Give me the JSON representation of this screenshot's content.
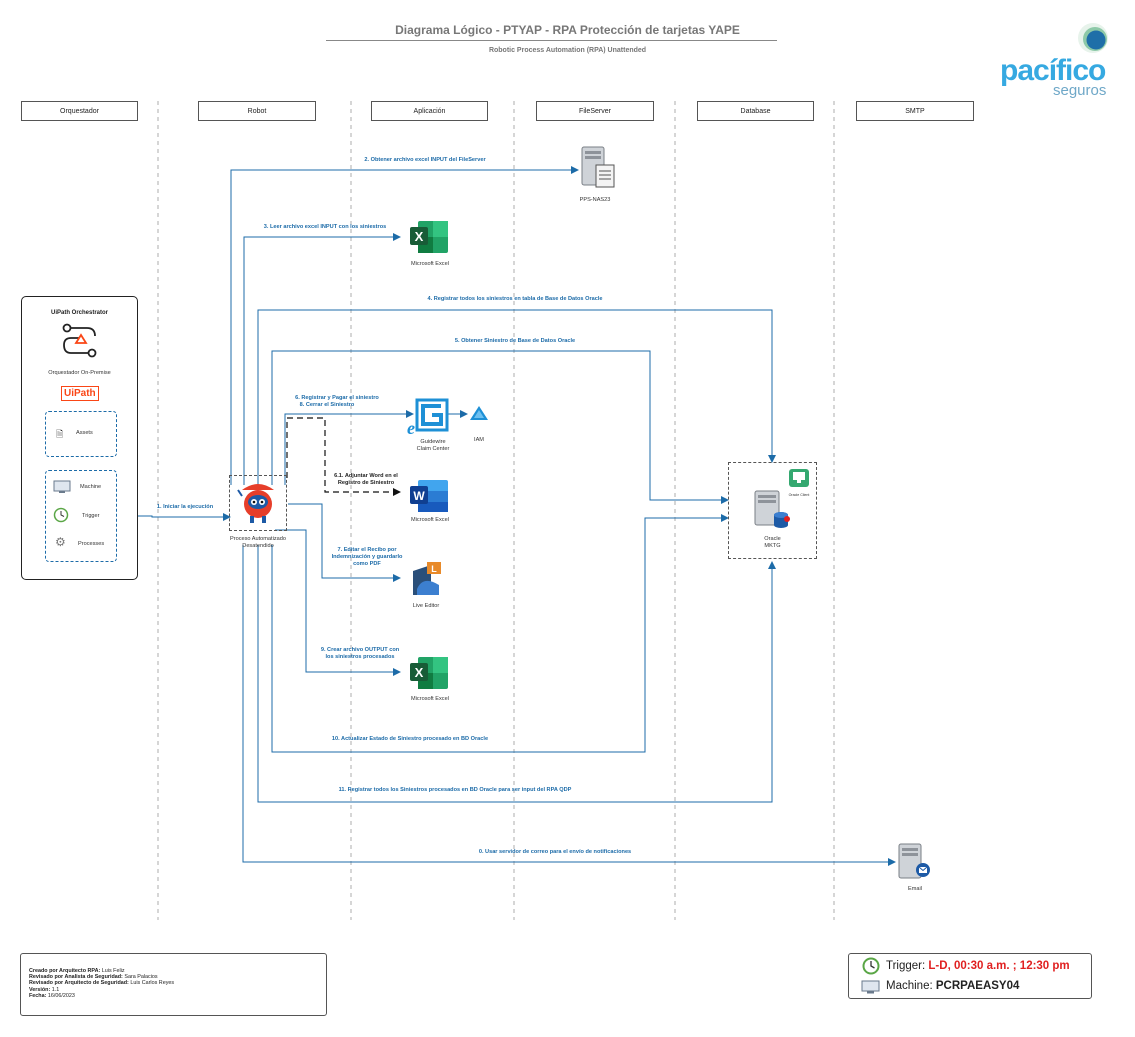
{
  "header": {
    "title": "Diagrama Lógico - PTYAP - RPA Protección de tarjetas YAPE",
    "subtitle": "Robotic Process Automation (RPA) Unattended"
  },
  "logo": {
    "brand": "pacífico",
    "sub": "seguros",
    "brand_color": "#36a9e1",
    "sub_color": "#6fa8c8"
  },
  "colors": {
    "arrow": "#1c6ba8",
    "label": "#1c6ba8",
    "dashed": "#111111",
    "excel": "#1e7145",
    "word": "#2b579a",
    "uipath": "#fa4616",
    "azure": "#1e90d6"
  },
  "lanes": [
    "Orquestador",
    "Robot",
    "Aplicación",
    "FileServer",
    "Database",
    "SMTP"
  ],
  "orchestrator": {
    "title": "UiPath Orchestrator",
    "caption": "Orquestador On-Premise",
    "brand": "UiPath",
    "assets": "Assets",
    "machine": "Machine",
    "trigger": "Trigger",
    "processes": "Processes"
  },
  "robot": {
    "caption_line1": "Proceso Automatizado",
    "caption_line2": "Desatendido"
  },
  "nodes": {
    "fileserver": "PPS-NAS23",
    "excel_top": "Microsoft Excel",
    "guidewire_line1": "Guidewire",
    "guidewire_line2": "Claim Center",
    "iam": "IAM",
    "word": "Microsoft Excel",
    "live_editor": "Live Editor",
    "excel_bottom": "Microsoft Excel",
    "oracle_line1": "Oracle",
    "oracle_line2": "MKTG",
    "oracle_client": "Oracle Client",
    "email": "Email"
  },
  "steps": {
    "s1": "1. Iniciar la ejecución",
    "s2": "2. Obtener archivo excel INPUT del FileServer",
    "s3": "3. Leer archivo excel INPUT con los siniestros",
    "s4": "4. Registrar todos los siniestros en tabla de Base de Datos Oracle",
    "s5": "5. Obtener Siniestro de Base de Datos Oracle",
    "s6a": "6. Registrar y Pagar el siniestro",
    "s6b": "8. Cerrar el Siniestro",
    "s61a": "6.1. Adjuntar Word en el",
    "s61b": "Registro de Siniestro",
    "s7a": "7. Editar el Recibo por",
    "s7b": "Indemnización y guardarlo",
    "s7c": "como PDF",
    "s9a": "9. Crear archivo OUTPUT con",
    "s9b": "los siniestros procesados",
    "s10": "10. Actualizar Estado de Siniestro procesado en BD Oracle",
    "s11": "11. Registrar todos los Siniestros procesados en BD Oracle para ser input del RPA QDP",
    "s0": "0. Usar servidor de correo para el envío de notificaciones"
  },
  "footer": {
    "created_label": "Creado por Arquitecto RPA:",
    "created_value": "Luis Feliz",
    "security_label": "Revisado por Analista de Seguridad:",
    "security_value": "Sara Palacios",
    "reviewer_label": "Revisado por Arquitecto de Seguridad:",
    "reviewer_value": "Luis Carlos Reyes",
    "version_label": "Versión:",
    "version_value": "1.1",
    "date_label": "Fecha:",
    "date_value": "16/06/2023"
  },
  "trigger_box": {
    "trigger_label": "Trigger:",
    "trigger_value": "L-D, 00:30 a.m. ; 12:30 pm",
    "machine_label": "Machine:",
    "machine_value": "PCRPAEASY04",
    "trigger_color": "#e02020"
  }
}
